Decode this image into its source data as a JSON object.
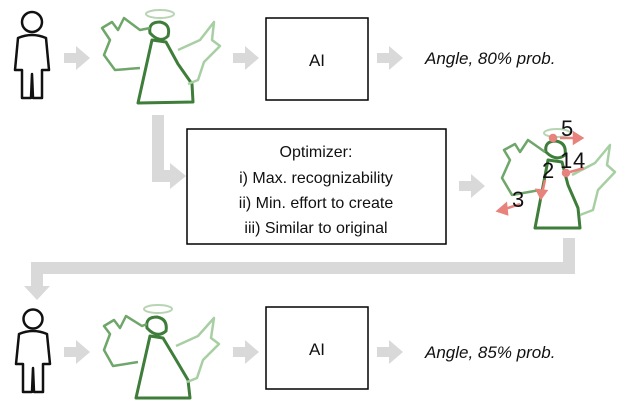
{
  "row1": {
    "model_label": "AI",
    "result": "Angle, 80% prob."
  },
  "optimizer": {
    "title": "Optimizer:",
    "objectives": [
      "i) Max. recognizability",
      "ii) Min. effort to create",
      "iii) Similar to original"
    ]
  },
  "edit_markers": [
    "5",
    "2",
    "1",
    "4",
    "3"
  ],
  "row2": {
    "model_label": "AI",
    "result": "Angle, 85% prob."
  },
  "colors": {
    "stroke_dark": "#3f7d3a",
    "stroke_light": "#9cc796",
    "arrow": "#d9d9d9",
    "edit_arrow": "#e8827c",
    "box_border": "#000000"
  },
  "icons": [
    "person-icon",
    "angel-sketch-icon",
    "arrow-right-icon",
    "edit-arrow-icon"
  ]
}
